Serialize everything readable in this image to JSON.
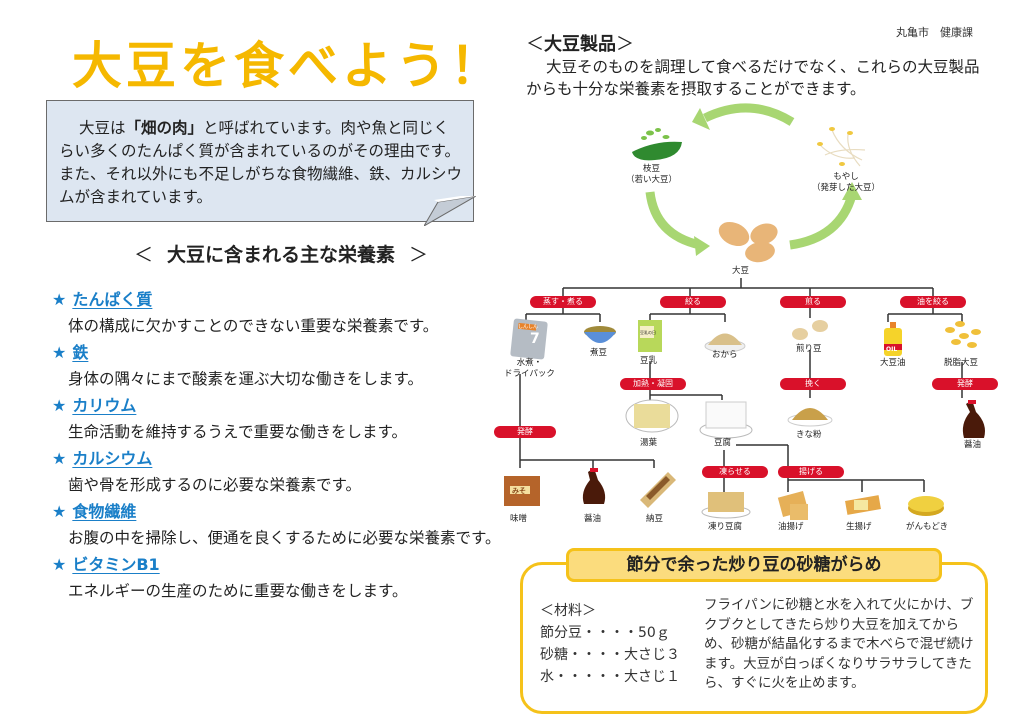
{
  "left": {
    "title": "大豆を食べよう！",
    "intro": {
      "before": "大豆は",
      "highlight": "「畑の肉」",
      "after": "と呼ばれています。肉や魚と同じくらい多くのたんぱく質が含まれているのがその理由です。また、それ以外にも不足しがちな食物繊維、鉄、カルシウムが含まれています。"
    },
    "nutrients_heading": {
      "open": "＜",
      "text": "大豆に含まれる主な栄養素",
      "close": "＞"
    },
    "nutrients": [
      {
        "star": "★",
        "name": "たんぱく質",
        "desc": "体の構成に欠かすことのできない重要な栄養素です。"
      },
      {
        "star": "★",
        "name": "鉄",
        "desc": "身体の隅々にまで酸素を運ぶ大切な働きをします。"
      },
      {
        "star": "★",
        "name": "カリウム",
        "desc": "生命活動を維持するうえで重要な働きをします。"
      },
      {
        "star": "★",
        "name": "カルシウム",
        "desc": "歯や骨を形成するのに必要な栄養素です。"
      },
      {
        "star": "★",
        "name": "食物繊維",
        "desc": "お腹の中を掃除し、便通を良くするために必要な栄養素です。"
      },
      {
        "star": "★",
        "name": "ビタミンB1",
        "desc": "エネルギーの生産のために重要な働きをします。"
      }
    ]
  },
  "right": {
    "department": "丸亀市　健康課",
    "products_heading": {
      "open": "＜",
      "text": "大豆製品",
      "close": "＞"
    },
    "products_desc": "大豆そのものを調理して食べるだけでなく、これらの大豆製品からも十分な栄養素を摂取することができます。",
    "diagram": {
      "cycle": {
        "edamame": {
          "name": "枝豆",
          "note": "（若い大豆）"
        },
        "moyashi": {
          "name": "もやし",
          "note": "（発芽した大豆）"
        },
        "soybean": "大豆"
      },
      "processes": {
        "steam_boil": "蒸す・煮る",
        "squeeze": "絞る",
        "roast": "煎る",
        "extract_oil": "油を絞る",
        "heat_coagulate": "加熱・凝固",
        "grind": "挽く",
        "ferment_left": "発酵",
        "ferment_right": "発酵",
        "freeze": "凍らせる",
        "fry": "揚げる"
      },
      "products": {
        "dry_pack_line1": "水煮・",
        "dry_pack_line2": "ドライパック",
        "nimame": "煮豆",
        "soymilk": "豆乳",
        "okara": "おから",
        "iri_mame": "煎り豆",
        "soy_oil": "大豆油",
        "defatted": "脱脂大豆",
        "yuba": "湯葉",
        "tofu": "豆腐",
        "kinako": "きな粉",
        "soy_sauce_right": "醤油",
        "miso": "味噌",
        "soy_sauce_left": "醤油",
        "natto": "納豆",
        "koya_tofu": "凍り豆腐",
        "aburaage": "油揚げ",
        "namaage": "生揚げ",
        "ganmodoki": "がんもどき"
      },
      "icon_texts": {
        "dry_pack_tag": "しんしん",
        "dry_pack_num": "7",
        "miso_tag": "みそ",
        "oil_tag": "OIL",
        "soymilk_tag": "豆乳の日"
      }
    },
    "recipe": {
      "title": "節分で余った炒り豆の砂糖がらめ",
      "ingredients_heading": "＜材料＞",
      "ingredients": [
        {
          "name": "節分豆",
          "dots": "・・・・",
          "amount": "50ｇ"
        },
        {
          "name": "砂糖",
          "dots": "・・・・",
          "amount": "大さじ３"
        },
        {
          "name": "水",
          "dots": "・・・・・",
          "amount": "大さじ１"
        }
      ],
      "method": "フライパンに砂糖と水を入れて火にかけ、ブクブクとしてきたら炒り大豆を加えてからめ、砂糖が結晶化するまで木べらで混ぜ続けます。大豆が白っぽくなりサラサラしてきたら、すぐに火を止めます。"
    }
  },
  "colors": {
    "title_yellow": "#f5b800",
    "nutrient_blue": "#1a7fc8",
    "process_red": "#d9112a",
    "intro_bg": "#dde6f1",
    "recipe_border": "#f5c21a",
    "recipe_title_bg": "#fbdc7d",
    "arrow_green": "#a8d672"
  }
}
